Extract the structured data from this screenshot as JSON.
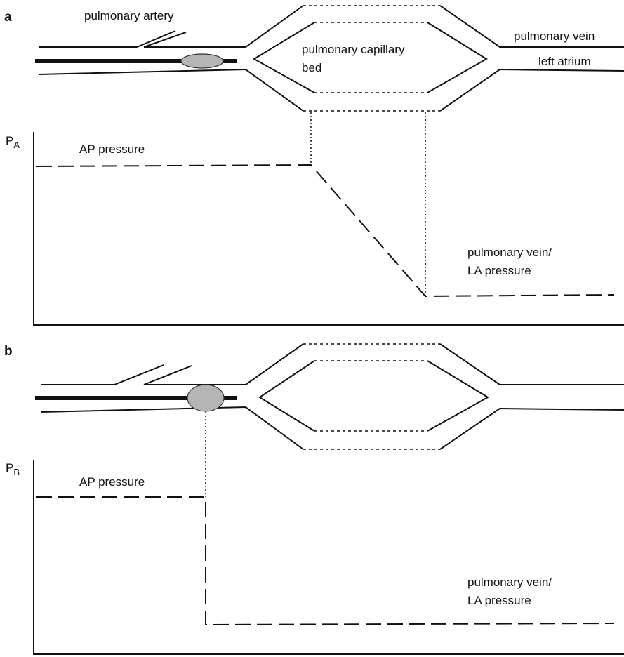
{
  "panel_a": {
    "letter": "a",
    "labels": {
      "pulmonary_artery": "pulmonary artery",
      "capillary_bed_line1": "pulmonary capillary",
      "capillary_bed_line2": "bed",
      "pulmonary_vein": "pulmonary vein",
      "left_atrium": "left atrium"
    },
    "axis": {
      "main": "P",
      "sub": "A"
    },
    "ap_pressure": "AP pressure",
    "la_pressure_line1": "pulmonary vein/",
    "la_pressure_line2": "LA pressure"
  },
  "panel_b": {
    "letter": "b",
    "axis": {
      "main": "P",
      "sub": "B"
    },
    "ap_pressure": "AP pressure",
    "la_pressure_line1": "pulmonary vein/",
    "la_pressure_line2": "LA pressure"
  }
}
